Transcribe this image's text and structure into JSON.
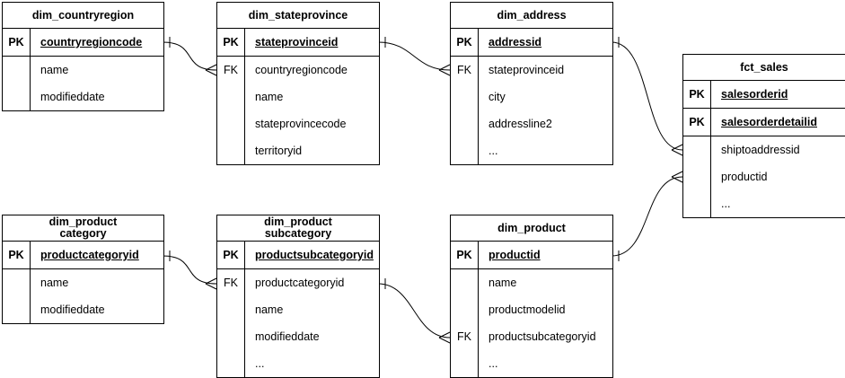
{
  "diagram": {
    "colors": {
      "line": "#000000",
      "text": "#000000",
      "background": "#ffffff"
    },
    "entities": [
      {
        "title": "dim_countryregion",
        "rows": [
          {
            "key": "PK",
            "name": "countryregioncode"
          },
          {
            "key": "",
            "name": "name"
          },
          {
            "key": "",
            "name": "modifieddate"
          }
        ]
      },
      {
        "title": "dim_stateprovince",
        "rows": [
          {
            "key": "PK",
            "name": "stateprovinceid"
          },
          {
            "key": "FK",
            "name": "countryregioncode"
          },
          {
            "key": "",
            "name": "name"
          },
          {
            "key": "",
            "name": "stateprovincecode"
          },
          {
            "key": "",
            "name": "territoryid"
          }
        ]
      },
      {
        "title": "dim_address",
        "rows": [
          {
            "key": "PK",
            "name": "addressid"
          },
          {
            "key": "FK",
            "name": "stateprovinceid"
          },
          {
            "key": "",
            "name": "city"
          },
          {
            "key": "",
            "name": "addressline2"
          },
          {
            "key": "",
            "name": "..."
          }
        ]
      },
      {
        "title": "fct_sales",
        "rows": [
          {
            "key": "PK",
            "name": "salesorderid"
          },
          {
            "key": "PK",
            "name": "salesorderdetailid"
          },
          {
            "key": "",
            "name": "shiptoaddressid"
          },
          {
            "key": "",
            "name": "productid"
          },
          {
            "key": "",
            "name": "..."
          }
        ]
      },
      {
        "title": "dim_product\ncategory",
        "rows": [
          {
            "key": "PK",
            "name": "productcategoryid"
          },
          {
            "key": "",
            "name": "name"
          },
          {
            "key": "",
            "name": "modifieddate"
          }
        ]
      },
      {
        "title": "dim_product\nsubcategory",
        "rows": [
          {
            "key": "PK",
            "name": "productsubcategoryid"
          },
          {
            "key": "FK",
            "name": "productcategoryid"
          },
          {
            "key": "",
            "name": "name"
          },
          {
            "key": "",
            "name": "modifieddate"
          },
          {
            "key": "",
            "name": "..."
          }
        ]
      },
      {
        "title": "dim_product",
        "rows": [
          {
            "key": "PK",
            "name": "productid"
          },
          {
            "key": "",
            "name": "name"
          },
          {
            "key": "",
            "name": "productmodelid"
          },
          {
            "key": "FK",
            "name": "productsubcategoryid"
          },
          {
            "key": "",
            "name": "..."
          }
        ]
      }
    ],
    "relationships": [
      {
        "from": "dim_countryregion.countryregioncode",
        "to": "dim_stateprovince.countryregioncode",
        "from_end": "one",
        "to_end": "many"
      },
      {
        "from": "dim_stateprovince.stateprovinceid",
        "to": "dim_address.stateprovinceid",
        "from_end": "one",
        "to_end": "many"
      },
      {
        "from": "dim_address.addressid",
        "to": "fct_sales.shiptoaddressid",
        "from_end": "one",
        "to_end": "many"
      },
      {
        "from": "dim_product.productid",
        "to": "fct_sales.productid",
        "from_end": "one",
        "to_end": "many"
      },
      {
        "from": "dim_product category.productcategoryid",
        "to": "dim_product subcategory.productcategoryid",
        "from_end": "one",
        "to_end": "many"
      },
      {
        "from": "dim_product subcategory.productsubcategoryid",
        "to": "dim_product.productsubcategoryid",
        "from_end": "one",
        "to_end": "many"
      }
    ]
  }
}
